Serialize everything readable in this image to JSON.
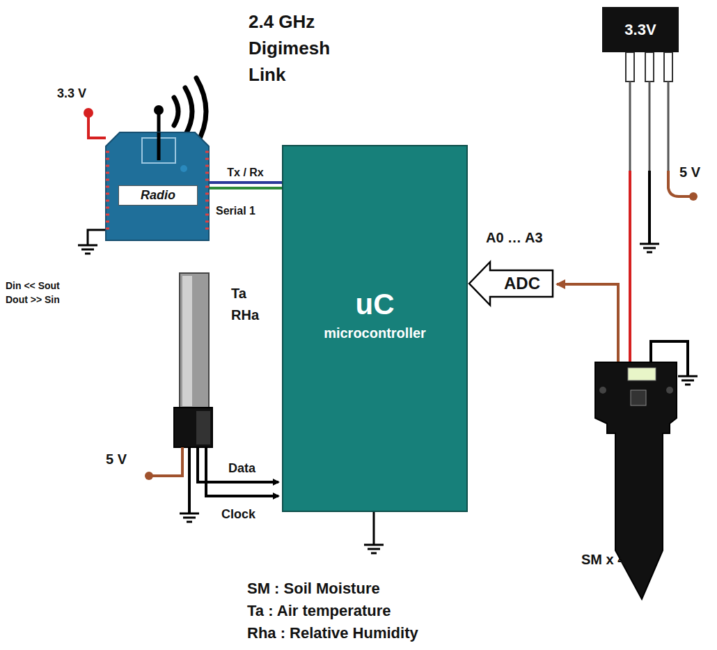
{
  "diagram": {
    "nodes": [
      {
        "text": [
          "Radio"
        ]
      },
      {
        "text": [
          "uC",
          "microcontroller"
        ]
      },
      {
        "text": [
          "ADC"
        ]
      },
      {
        "text": [
          "3.3V"
        ]
      }
    ],
    "edges": [
      {
        "from": 0,
        "to": 1,
        "arrow": "none",
        "label": "Tx / Rx"
      }
    ],
    "labels": [
      "2.4 GHz Digimesh Link",
      "3.3 V",
      "Serial 1",
      "Din << Sout",
      "Dout >> Sin",
      "Ta",
      "RHa",
      "5 V",
      "Data",
      "Clock",
      "A0 … A3",
      "5 V",
      "SM x 4",
      "SM : Soil Moisture",
      "Ta : Air temperature",
      "Rha : Relative Humidity"
    ]
  }
}
